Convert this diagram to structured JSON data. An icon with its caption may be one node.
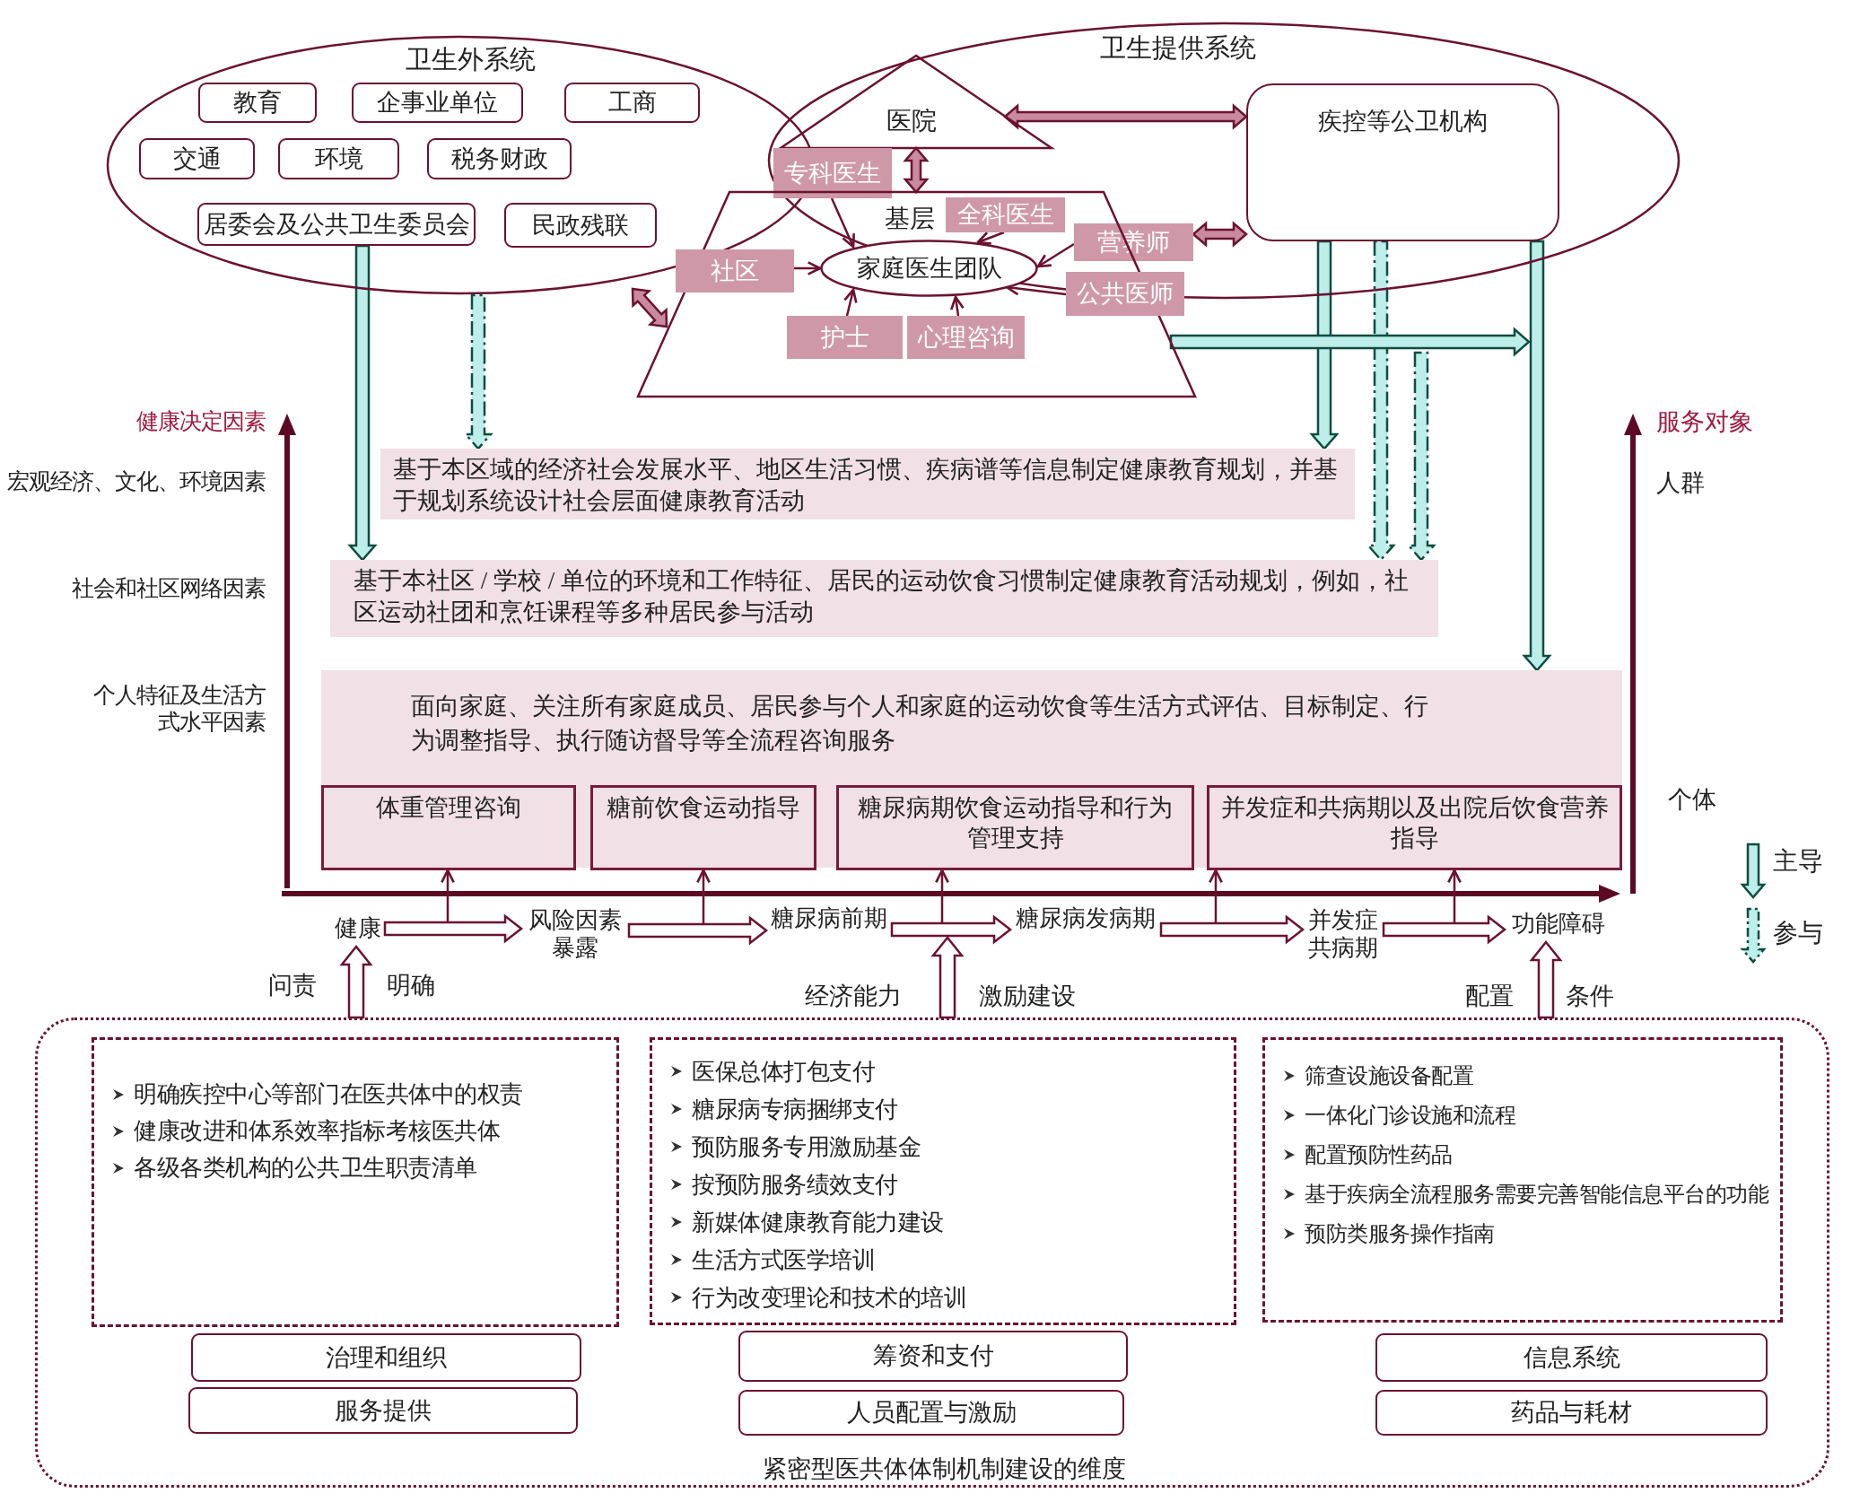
{
  "diagram": {
    "nodes": [
      {
        "text": [
          "卫生外系统"
        ]
      },
      {
        "text": [
          "教育"
        ],
        "in": 0
      },
      {
        "text": [
          "企事业单位"
        ],
        "in": 0
      },
      {
        "text": [
          "工商"
        ],
        "in": 0
      },
      {
        "text": [
          "交通"
        ],
        "in": 0
      },
      {
        "text": [
          "环境"
        ],
        "in": 0
      },
      {
        "text": [
          "税务财政"
        ],
        "in": 0
      },
      {
        "text": [
          "居委会及公共卫生委员会"
        ],
        "in": 0
      },
      {
        "text": [
          "民政残联"
        ],
        "in": 0
      },
      {
        "text": [
          "卫生提供系统"
        ]
      },
      {
        "text": [
          "医院"
        ],
        "in": 9
      },
      {
        "text": [
          "基层"
        ]
      },
      {
        "text": [
          "专科医生"
        ],
        "in": 9
      },
      {
        "text": [
          "全科医生"
        ]
      },
      {
        "text": [
          "家庭医生团队"
        ],
        "in": 11
      },
      {
        "text": [
          "社区"
        ],
        "in": 11
      },
      {
        "text": [
          "营养师"
        ],
        "in": 9
      },
      {
        "text": [
          "公共医师"
        ],
        "in": 11
      },
      {
        "text": [
          "护士"
        ],
        "in": 11
      },
      {
        "text": [
          "心理咨询"
        ],
        "in": 11
      },
      {
        "text": [
          "疾控等公卫机构"
        ],
        "in": 9
      },
      {
        "text": [
          "基于本区域的经济社会发展水平、地区生活习惯、疾病谱等信息制定健康教育规划，并基于规划系统设计社会层面健康教育活动"
        ]
      },
      {
        "text": [
          "基于本社区 / 学校 / 单位的环境和工作特征、居民的运动饮食习惯制定健康教育活动规划，例如，社区运动社团和烹饪课程等多种居民参与活动"
        ]
      },
      {
        "text": [
          "面向家庭、关注所有家庭成员、居民参与个人和家庭的运动饮食等生活方式评估、目标制定、行为调整指导、执行随访督导等全流程咨询服务"
        ]
      },
      {
        "text": [
          "体重管理咨询"
        ],
        "in": 23
      },
      {
        "text": [
          "糖前饮食运动指导"
        ],
        "in": 23
      },
      {
        "text": [
          "糖尿病期饮食运动指导和行为管理支持"
        ],
        "in": 23
      },
      {
        "text": [
          "并发症和共病期以及出院后饮食营养指导"
        ],
        "in": 23
      },
      {
        "text": [
          "健康"
        ]
      },
      {
        "text": [
          "风险因素暴露"
        ]
      },
      {
        "text": [
          "糖尿病前期"
        ]
      },
      {
        "text": [
          "糖尿病发病期"
        ]
      },
      {
        "text": [
          "并发症共病期"
        ]
      },
      {
        "text": [
          "功能障碍"
        ]
      },
      {
        "text": [
          "紧密型医共体体制机制建设的维度"
        ]
      },
      {
        "text": [
          "明确疾控中心等部门在医共体中的权责",
          "健康改进和体系效率指标考核医共体",
          "各级各类机构的公共卫生职责清单"
        ],
        "in": 34
      },
      {
        "text": [
          "医保总体打包支付",
          "糖尿病专病捆绑支付",
          "预防服务专用激励基金",
          "按预防服务绩效支付",
          "新媒体健康教育能力建设",
          "生活方式医学培训",
          "行为改变理论和技术的培训"
        ],
        "in": 34
      },
      {
        "text": [
          "筛查设施设备配置",
          "一体化门诊设施和流程",
          "配置预防性药品",
          "基于疾病全流程服务需要完善智能信息平台的功能",
          "预防类服务操作指南"
        ],
        "in": 34
      },
      {
        "text": [
          "治理和组织"
        ],
        "in": 34
      },
      {
        "text": [
          "服务提供"
        ],
        "in": 34
      },
      {
        "text": [
          "筹资和支付"
        ],
        "in": 34
      },
      {
        "text": [
          "人员配置与激励"
        ],
        "in": 34
      },
      {
        "text": [
          "信息系统"
        ],
        "in": 34
      },
      {
        "text": [
          "药品与耗材"
        ],
        "in": 34
      }
    ],
    "edges": [
      {
        "from": 10,
        "to": 20,
        "arrow": "both"
      },
      {
        "from": 16,
        "to": 20,
        "arrow": "both"
      },
      {
        "from": 10,
        "to": 11,
        "arrow": "both"
      },
      {
        "from": 0,
        "to": 11,
        "arrow": "both"
      },
      {
        "from": 12,
        "to": 14,
        "arrow": "to"
      },
      {
        "from": 13,
        "to": 14,
        "arrow": "to"
      },
      {
        "from": 15,
        "to": 14,
        "arrow": "to"
      },
      {
        "from": 16,
        "to": 14,
        "arrow": "to"
      },
      {
        "from": 17,
        "to": 14,
        "arrow": "to"
      },
      {
        "from": 18,
        "to": 14,
        "arrow": "to"
      },
      {
        "from": 19,
        "to": 14,
        "arrow": "to"
      },
      {
        "from": 20,
        "to": 21,
        "arrow": "to",
        "color": "#0f4d40"
      },
      {
        "from": 20,
        "to": 22,
        "arrow": "to",
        "style": "dashed",
        "color": "#0f4d40"
      },
      {
        "from": 20,
        "to": 23,
        "arrow": "to",
        "color": "#0f4d40"
      },
      {
        "from": 11,
        "to": null,
        "arrow": "to",
        "color": "#0f4d40"
      },
      {
        "from": null,
        "to": 22,
        "arrow": "to",
        "style": "dashed",
        "color": "#0f4d40"
      },
      {
        "from": 7,
        "to": 22,
        "arrow": "to",
        "color": "#0f4d40"
      },
      {
        "from": 0,
        "to": 21,
        "arrow": "to",
        "style": "dashed",
        "color": "#0f4d40"
      },
      {
        "from": 28,
        "to": 29,
        "arrow": "to"
      },
      {
        "from": 29,
        "to": 30,
        "arrow": "to"
      },
      {
        "from": 30,
        "to": 31,
        "arrow": "to"
      },
      {
        "from": 31,
        "to": 32,
        "arrow": "to"
      },
      {
        "from": 32,
        "to": 33,
        "arrow": "to"
      },
      {
        "from": null,
        "to": 24,
        "arrow": "to"
      },
      {
        "from": null,
        "to": 25,
        "arrow": "to"
      },
      {
        "from": null,
        "to": 26,
        "arrow": "to"
      },
      {
        "from": null,
        "to": 27,
        "arrow": "to"
      },
      {
        "from": null,
        "to": 27,
        "arrow": "to"
      },
      {
        "from": 34,
        "to": 28,
        "arrow": "to"
      },
      {
        "from": 34,
        "to": null,
        "arrow": "to"
      },
      {
        "from": 34,
        "to": 33,
        "arrow": "to"
      }
    ],
    "labels": [
      "健康决定因素",
      "宏观经济、文化、环境因素",
      "社会和社区网络因素",
      "个人特征及生活方式水平因素",
      "服务对象",
      "人群",
      "个体",
      "问责",
      "明确",
      "经济能力",
      "激励建设",
      "配置",
      "条件"
    ],
    "legend": [
      {
        "text": "主导"
      },
      {
        "text": "参与"
      }
    ]
  }
}
